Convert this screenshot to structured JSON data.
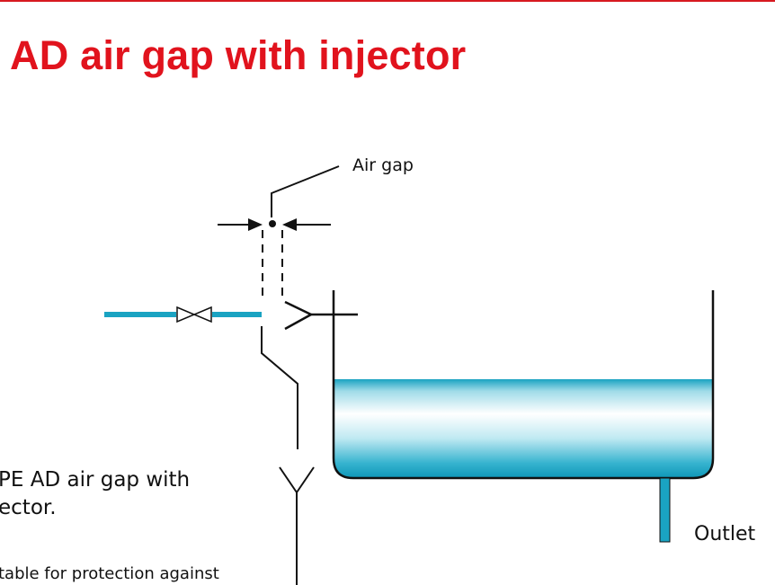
{
  "slide": {
    "title": "AD air gap with injector",
    "accent_color": "#e1131d"
  },
  "diagram": {
    "labels": {
      "air_gap": "Air gap",
      "outlet": "Outlet"
    },
    "water_color": "#1aa3c2",
    "pipe_color": "#1aa3c2"
  },
  "caption": {
    "heading_line1": "PE AD air gap with",
    "heading_line2": "ector.",
    "body_line1": "table for protection against"
  }
}
